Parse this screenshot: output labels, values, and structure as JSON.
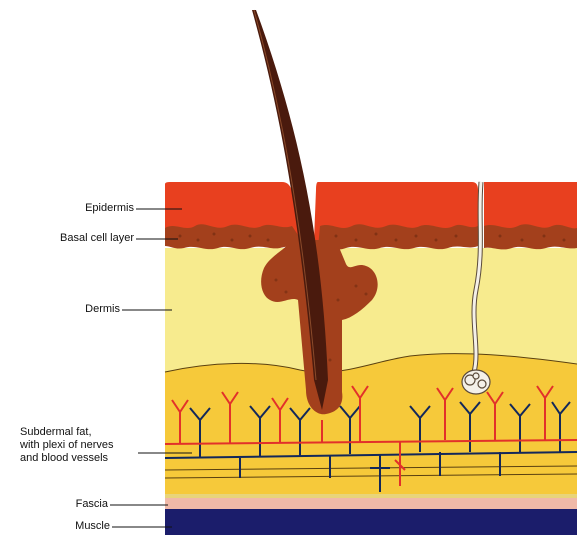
{
  "labels": {
    "epidermis": "Epidermis",
    "basal": "Basal cell layer",
    "dermis": "Dermis",
    "subdermal_1": "Subdermal fat,",
    "subdermal_2": "with plexi of nerves",
    "subdermal_3": "and blood vessels",
    "fascia": "Fascia",
    "muscle": "Muscle"
  },
  "colors": {
    "epidermis": "#e8401f",
    "basal": "#a3401c",
    "dermis": "#f7eb8e",
    "subdermal": "#f6c93a",
    "fascia": "#f0b9a8",
    "muscle": "#1b1d6b",
    "nerve": "#13285a",
    "vessel": "#e2312a",
    "hair": "#4a1a0d",
    "duct": "#f4f0e8"
  }
}
